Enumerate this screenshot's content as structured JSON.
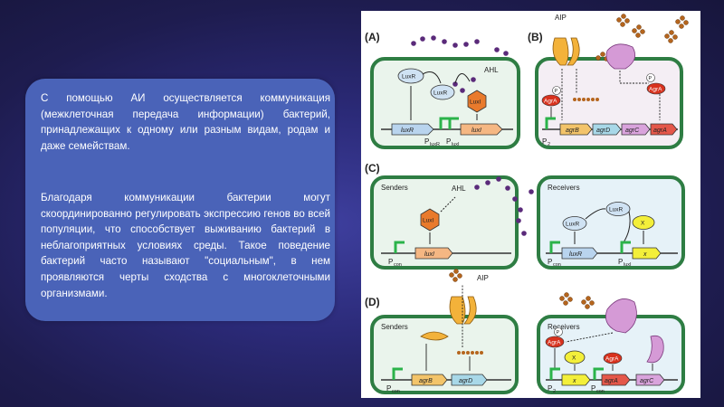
{
  "slide": {
    "paragraph_1": "С помощью АИ осуществляется коммуникация (межклеточная передача информации) бактерий, принадлежащих к одному или разным видам, родам и даже семействам.",
    "paragraph_2": "Благодаря коммуникации бактерии могут скоординированно регулировать экспрессию генов во всей популяции, что способствует выживанию бактерий в неблагоприятных условиях среды. Такое поведение бактерий часто называют \"социальным\", в нем проявляются черты сходства с многоклеточными организмами."
  },
  "figure": {
    "panel_labels": [
      "(A)",
      "(B)",
      "(C)",
      "(D)"
    ],
    "A": {
      "signal": "AHL",
      "proteins": [
        "LuxR",
        "LuxR",
        "LuxI"
      ],
      "genes": [
        "luxR",
        "luxI"
      ],
      "promoters": {
        "p1": "P",
        "p1_sub": "luxR",
        "p2": "P",
        "p2_sub": "luxI"
      }
    },
    "B": {
      "signal": "AIP",
      "proteins": [
        "AgrA",
        "AgrA"
      ],
      "phospho": "P",
      "genes": [
        "agrB",
        "agrD",
        "agrC",
        "agrA"
      ],
      "promoter": "P",
      "promoter_sub": "2"
    },
    "C": {
      "senders_label": "Senders",
      "receivers_label": "Receivers",
      "signal": "AHL",
      "proteins": [
        "LuxI",
        "LuxR",
        "LuxR",
        "X"
      ],
      "genes": [
        "luxI",
        "luxR",
        "x"
      ],
      "promoters": {
        "sender": "P",
        "sender_sub": "con",
        "recv1": "P",
        "recv1_sub": "con",
        "recv2": "P",
        "recv2_sub": "luxI"
      }
    },
    "D": {
      "senders_label": "Senders",
      "receivers_label": "Receivers",
      "signal": "AIP",
      "proteins": [
        "AgrA",
        "X",
        "AgrA"
      ],
      "phospho": "P",
      "genes": [
        "agrB",
        "agrD",
        "x",
        "agrA",
        "agrC"
      ],
      "promoters": {
        "sender": "P",
        "sender_sub": "con",
        "recv1": "P",
        "recv1_sub": "2",
        "recv2": "P",
        "recv2_sub": "con"
      }
    }
  }
}
